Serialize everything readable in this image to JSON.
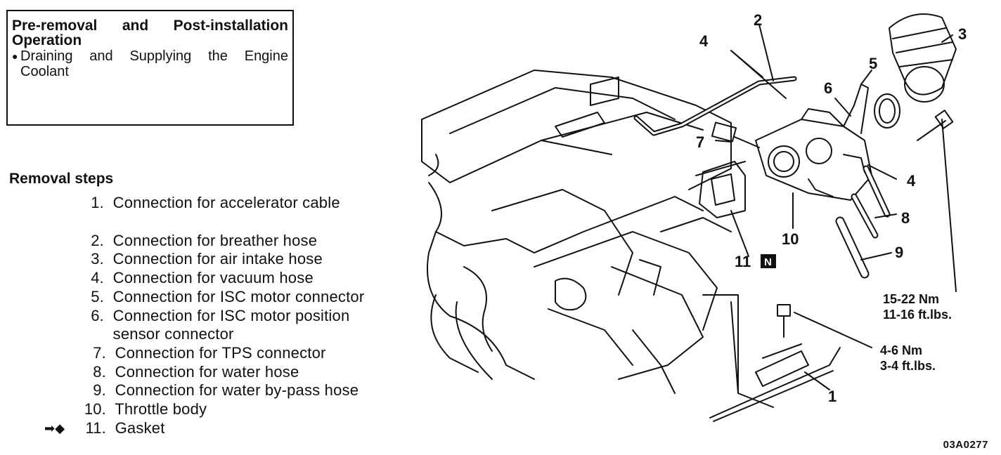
{
  "operation_box": {
    "title": "Pre-removal and Post-installation Operation",
    "items": [
      "Draining and Supplying the Engine Coolant"
    ]
  },
  "removal_steps": {
    "title": "Removal steps",
    "steps": [
      {
        "num": "1.",
        "text": "Connection for accelerator cable"
      },
      {
        "num": "2.",
        "text": "Connection for breather hose"
      },
      {
        "num": "3.",
        "text": "Connection for air intake hose"
      },
      {
        "num": "4.",
        "text": "Connection for vacuum hose"
      },
      {
        "num": "5.",
        "text": "Connection for ISC motor connector"
      },
      {
        "num": "6.",
        "text": "Connection for ISC motor position sensor  connector"
      },
      {
        "num": "7.",
        "text": "Connection for TPS connector"
      },
      {
        "num": "8.",
        "text": "Connection for water hose"
      },
      {
        "num": "9.",
        "text": "Connection for water by-pass hose"
      },
      {
        "num": "10.",
        "text": "Throttle body"
      },
      {
        "num": "11.",
        "text": "Gasket",
        "mark": "installation-arrow-icon"
      }
    ]
  },
  "diagram": {
    "callouts": [
      "1",
      "2",
      "3",
      "4",
      "5",
      "6",
      "7",
      "8",
      "9",
      "10",
      "11",
      "4"
    ],
    "new_part_badge": "N",
    "torque_1": {
      "nm": "15-22 Nm",
      "ftlbs": "11-16 ft.lbs."
    },
    "torque_2": {
      "nm": "4-6 Nm",
      "ftlbs": "3-4  ft.lbs."
    }
  },
  "figure_code": "03A0277"
}
